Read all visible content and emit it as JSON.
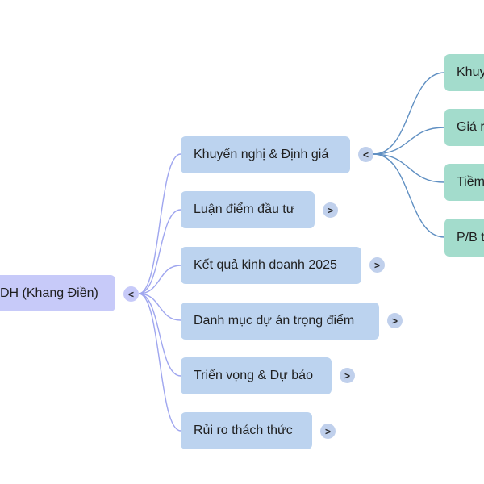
{
  "root": {
    "label": "DH (Khang Điền)",
    "toggle": "<"
  },
  "branches": [
    {
      "label": "Khuyến nghị & Định giá",
      "toggle": "<"
    },
    {
      "label": "Luận điểm đầu tư",
      "toggle": ">"
    },
    {
      "label": "Kết quả kinh doanh 2025",
      "toggle": ">"
    },
    {
      "label": "Danh mục dự án trọng điểm",
      "toggle": ">"
    },
    {
      "label": "Triển vọng & Dự báo",
      "toggle": ">"
    },
    {
      "label": "Rủi ro thách thức",
      "toggle": ">"
    }
  ],
  "sub_branches": [
    {
      "label": "Khuy"
    },
    {
      "label": "Giá r"
    },
    {
      "label": "Tiềm"
    },
    {
      "label": "P/B t"
    }
  ],
  "colors": {
    "root": "#c7caf9",
    "branch": "#bcd3ef",
    "sub": "#a3dccc",
    "root_edge": "#9fa6ef",
    "sub_edge": "#5f8fc2"
  }
}
